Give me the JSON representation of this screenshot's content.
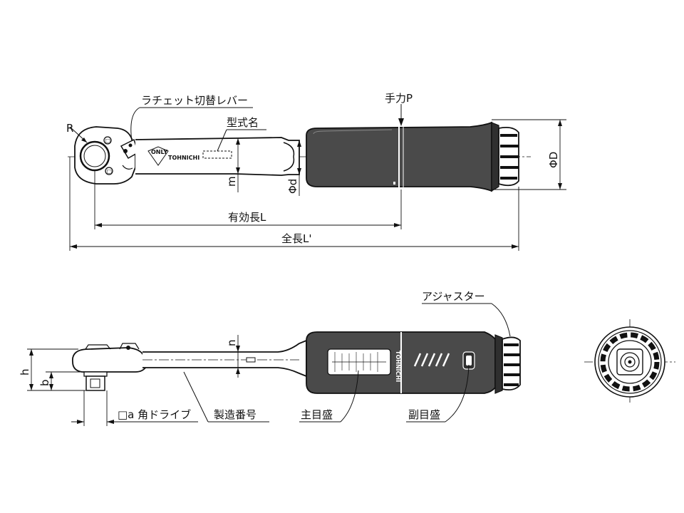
{
  "labels": {
    "ratchet_lever": "ラチェット切替レバー",
    "model_name": "型式名",
    "hand_force_p": "手力P",
    "r": "R",
    "m": "m",
    "phi_d": "Φd",
    "phi_D": "ΦD",
    "effective_length": "有効長L",
    "total_length": "全長L'",
    "adjuster": "アジャスター",
    "h": "h",
    "b": "b",
    "n": "n",
    "square_drive": "□a 角ドライブ",
    "serial_number": "製造番号",
    "main_scale": "主目盛",
    "sub_scale": "副目盛",
    "brand_only": "ONLY",
    "brand_tohnichi": "TOHNICHI",
    "brand_tohnichi_vertical": "TOHNICHI"
  },
  "colors": {
    "grip": "#4a4a4a",
    "grip_dark": "#2f2f2f",
    "line": "#111111"
  }
}
